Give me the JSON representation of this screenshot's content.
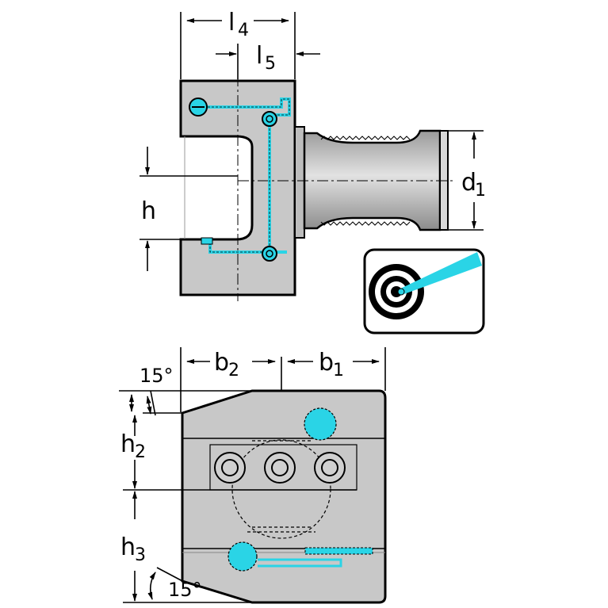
{
  "labels": {
    "l4": {
      "main": "l",
      "sub": "4"
    },
    "l5": {
      "main": "l",
      "sub": "5"
    },
    "d1": {
      "main": "d",
      "sub": "1"
    },
    "h": {
      "main": "h"
    },
    "b2": {
      "main": "b",
      "sub": "2"
    },
    "b1": {
      "main": "b",
      "sub": "1"
    },
    "h2": {
      "main": "h",
      "sub": "2"
    },
    "h3": {
      "main": "h",
      "sub": "3"
    },
    "angle_top": "15°",
    "angle_bottom": "15°"
  },
  "colors": {
    "coolant": "#2ad4e6",
    "body": "#c8c8c8",
    "outline": "#000000",
    "background": "#ffffff"
  },
  "icons": [
    "coolant-target-icon"
  ]
}
